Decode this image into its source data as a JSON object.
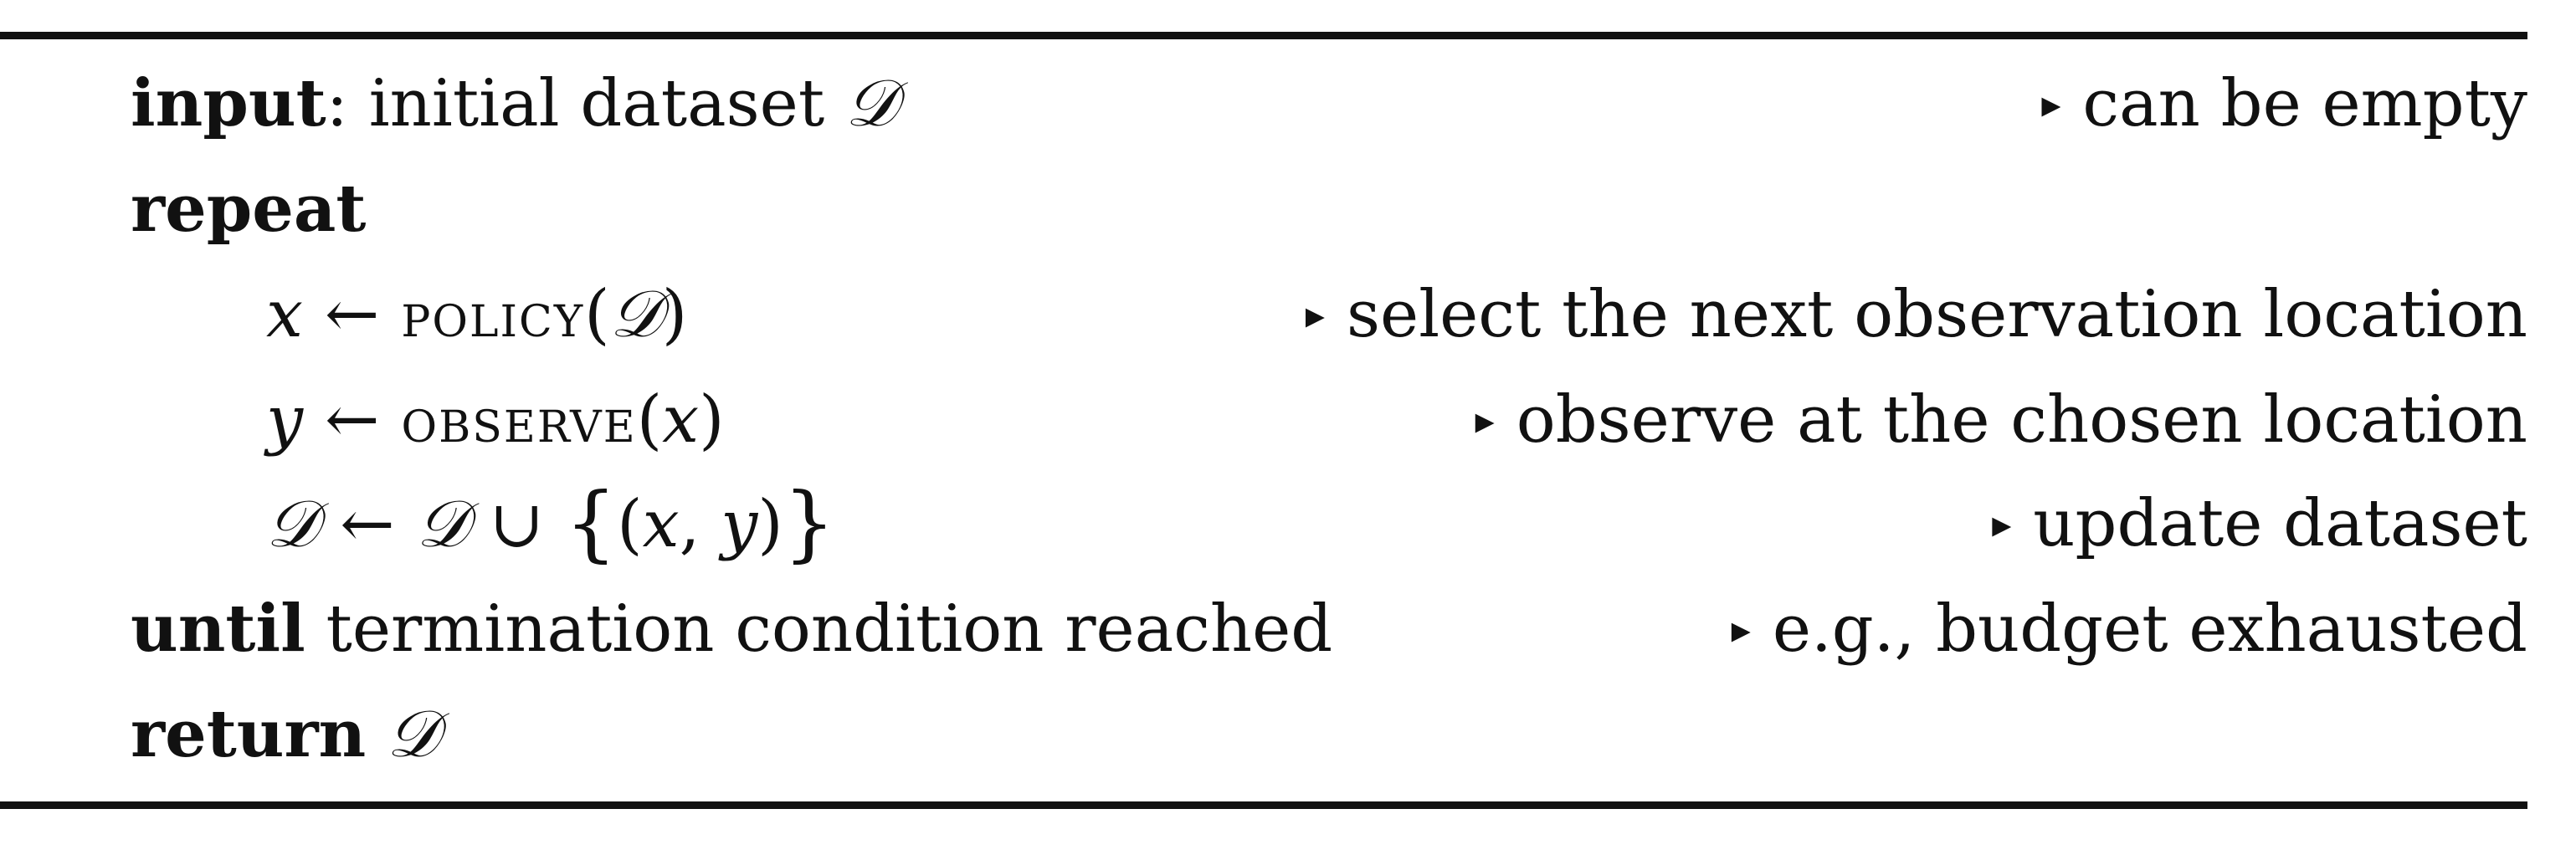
{
  "algorithm": {
    "line1": {
      "keyword": "input",
      "colon": ":",
      "text": "initial dataset",
      "dataset_symbol": "𝒟",
      "comment_marker": "▸",
      "comment": "can be empty"
    },
    "line2": {
      "keyword": "repeat"
    },
    "line3": {
      "lhs": "x",
      "arrow": "←",
      "func": "policy",
      "open": "(",
      "arg": "𝒟",
      "close": ")",
      "comment_marker": "▸",
      "comment": "select the next observation location"
    },
    "line4": {
      "lhs": "y",
      "arrow": "←",
      "func": "observe",
      "open": "(",
      "arg": "x",
      "close": ")",
      "comment_marker": "▸",
      "comment": "observe at the chosen location"
    },
    "line5": {
      "lhs": "𝒟",
      "arrow": "←",
      "set": "𝒟",
      "union": "∪",
      "brace_open": "{",
      "pair_open": "(",
      "pair_x": "x",
      "comma": ", ",
      "pair_y": "y",
      "pair_close": ")",
      "brace_close": "}",
      "comment_marker": "▸",
      "comment": "update dataset"
    },
    "line6": {
      "keyword": "until",
      "text": "termination condition reached",
      "comment_marker": "▸",
      "comment": "e.g., budget exhausted"
    },
    "line7": {
      "keyword": "return",
      "dataset_symbol": "𝒟"
    }
  }
}
